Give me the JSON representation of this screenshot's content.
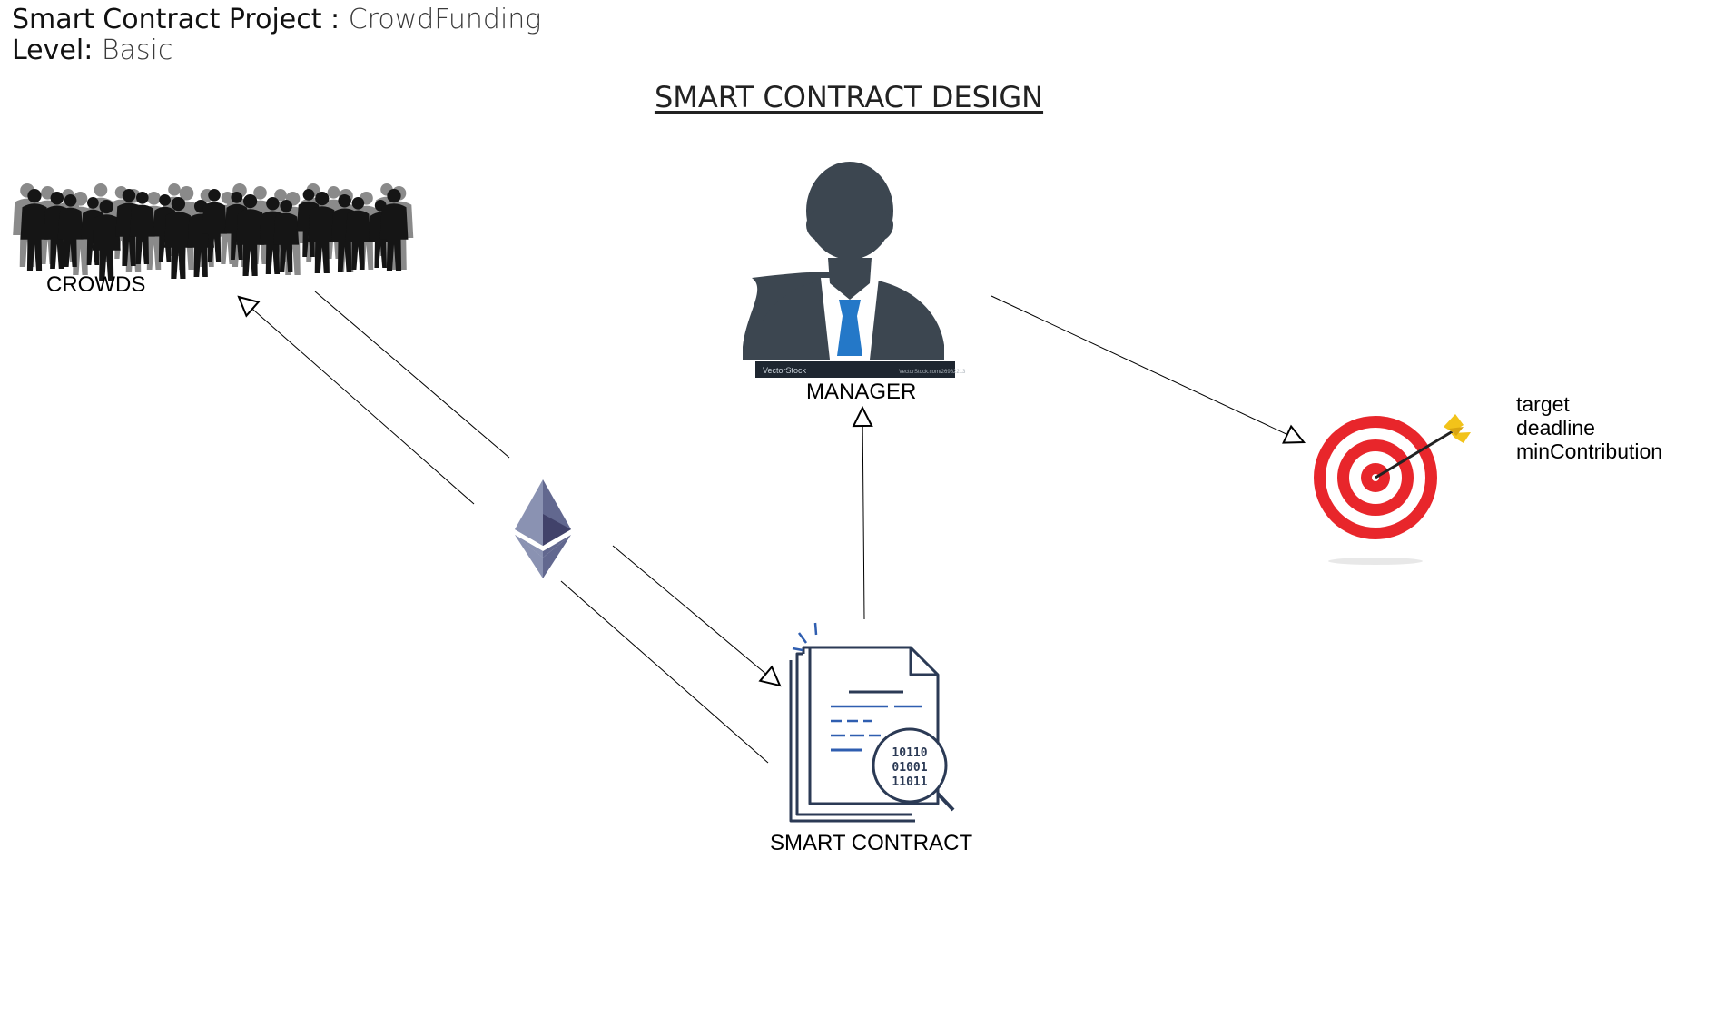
{
  "header": {
    "project_key": "Smart Contract Project :",
    "project_value": "CrowdFunding",
    "level_key": "Level:",
    "level_value": "Basic"
  },
  "diagram": {
    "title": "SMART CONTRACT DESIGN",
    "nodes": {
      "crowds": {
        "label": "CROWDS"
      },
      "manager": {
        "label": "MANAGER",
        "watermark_left": "VectorStock",
        "watermark_right": "VectorStock.com/26982213"
      },
      "smart_contract": {
        "label": "SMART CONTRACT",
        "binary": [
          "10110",
          "01001",
          "11011"
        ]
      },
      "target": {
        "attributes": [
          "target",
          "deadline",
          "minContribution"
        ]
      }
    }
  },
  "colors": {
    "manager_body": "#3c4650",
    "manager_tie": "#2478c8",
    "target_red": "#e8262b",
    "arrow_yellow": "#f2c31a",
    "eth_dark": "#3c3c64",
    "eth_light": "#8a92b2",
    "contract_line": "#2b3a55",
    "contract_blue": "#2f5eb0"
  },
  "icons": {
    "crowds": "crowd-silhouette-icon",
    "manager": "businessman-icon",
    "ethereum": "ethereum-icon",
    "smart_contract": "document-magnifier-icon",
    "target": "bullseye-target-icon"
  }
}
